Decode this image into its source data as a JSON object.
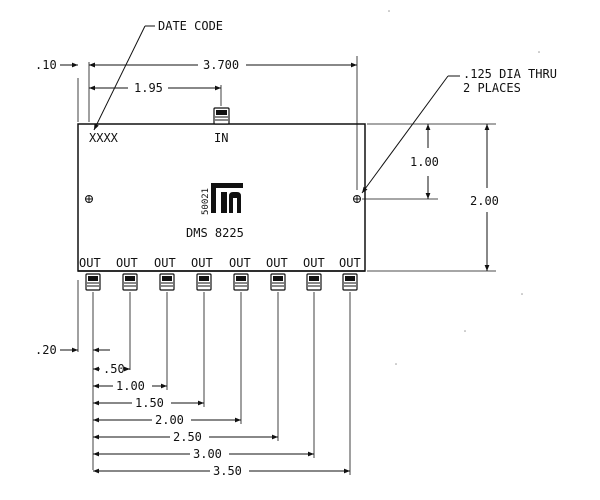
{
  "labels": {
    "date_code": "DATE CODE",
    "date_code_text": "XXXX",
    "hole_note_line1": ".125 DIA THRU",
    "hole_note_line2": "2 PLACES",
    "in_label": "IN",
    "part_number": "DMS 8225",
    "logo_code": "50021",
    "out_label": "OUT"
  },
  "dimensions": {
    "overall_width": "3.700",
    "left_offset": ".10",
    "in_position": "1.95",
    "hole_height": "1.00",
    "overall_height": "2.00",
    "first_out_offset": ".20",
    "out_spacings": [
      ".50",
      "1.00",
      "1.50",
      "2.00",
      "2.50",
      "3.00",
      "3.50"
    ]
  },
  "outputs": [
    "OUT",
    "OUT",
    "OUT",
    "OUT",
    "OUT",
    "OUT",
    "OUT",
    "OUT"
  ]
}
